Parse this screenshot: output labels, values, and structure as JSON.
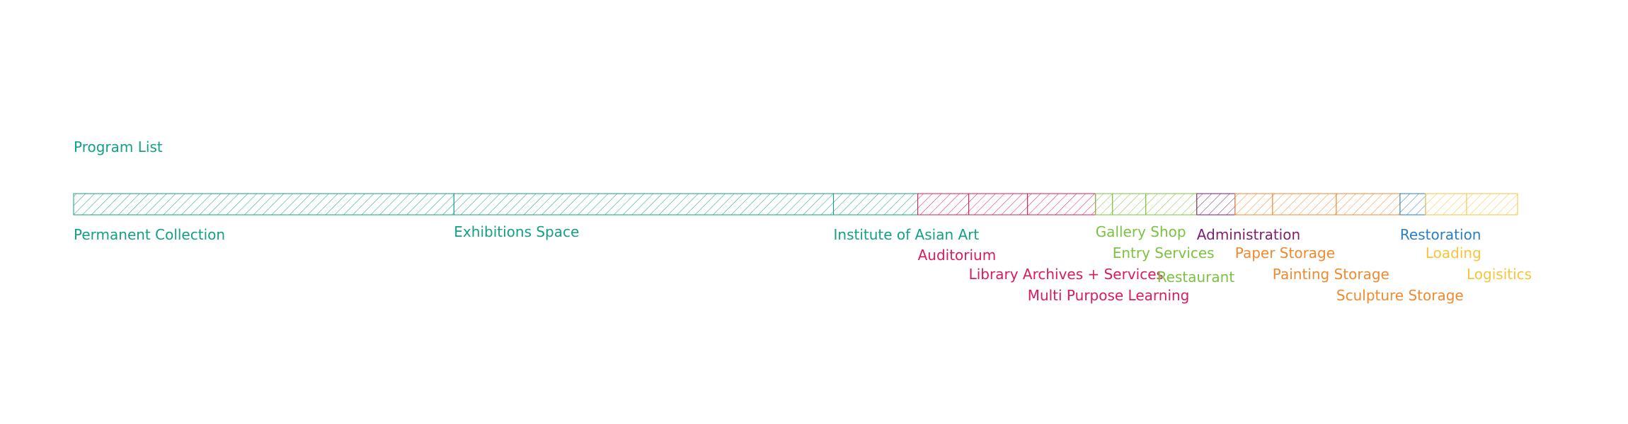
{
  "title": "Program List",
  "colors": {
    "teal": "#14a085",
    "crimson": "#d81b60",
    "green": "#7cc242",
    "purple": "#7b1f6e",
    "orange": "#ef8a2e",
    "blue": "#2a7fc0",
    "yellow": "#f7c43a"
  },
  "segments": [
    {
      "label": "Permanent Collection",
      "color": "teal",
      "share": 537
    },
    {
      "label": "Exhibitions Space",
      "color": "teal",
      "share": 536
    },
    {
      "label": "Institute of Asian Art",
      "color": "teal",
      "share": 119
    },
    {
      "label": "Auditorium",
      "color": "crimson",
      "share": 72
    },
    {
      "label": "Library Archives + Services",
      "color": "crimson",
      "share": 83
    },
    {
      "label": "Multi Purpose Learning",
      "color": "crimson",
      "share": 96
    },
    {
      "label": "Gallery Shop",
      "color": "green",
      "share": 24
    },
    {
      "label": "Entry Services",
      "color": "green",
      "share": 47
    },
    {
      "label": "Restaurant",
      "color": "green",
      "share": 72
    },
    {
      "label": "Administration",
      "color": "purple",
      "share": 54
    },
    {
      "label": "Paper Storage",
      "color": "orange",
      "share": 53
    },
    {
      "label": "Painting Storage",
      "color": "orange",
      "share": 90
    },
    {
      "label": "Sculpture Storage",
      "color": "orange",
      "share": 90
    },
    {
      "label": "Restoration",
      "color": "blue",
      "share": 36
    },
    {
      "label": "Loading",
      "color": "yellow",
      "share": 58
    },
    {
      "label": "Logisitics",
      "color": "yellow",
      "share": 72
    }
  ]
}
